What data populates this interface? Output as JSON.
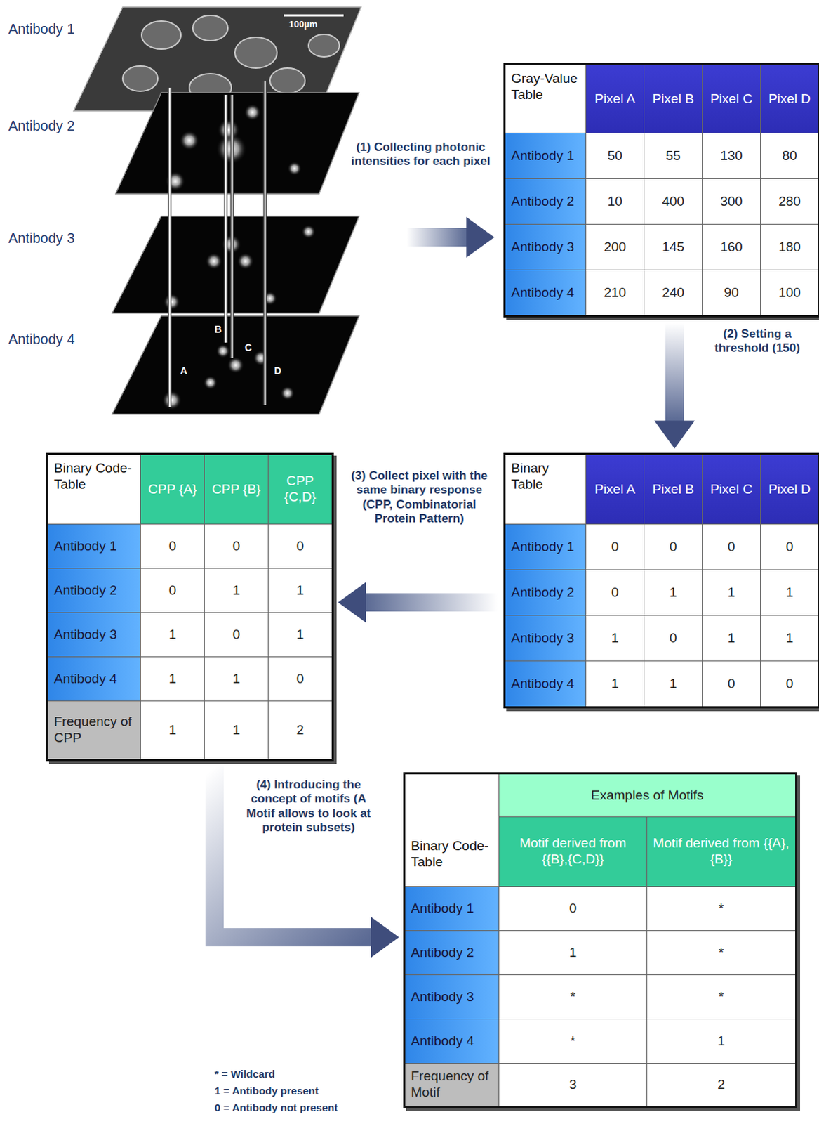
{
  "diagram": {
    "nodes": [
      {
        "text": [
          "Gray-Value Table",
          "Pixel A",
          "Pixel B",
          "Pixel C",
          "Pixel D",
          "Antibody 1",
          "50",
          "55",
          "130",
          "80",
          "Antibody 2",
          "10",
          "400",
          "300",
          "280",
          "Antibody 3",
          "200",
          "145",
          "160",
          "180",
          "Antibody 4",
          "210",
          "240",
          "90",
          "100"
        ]
      },
      {
        "text": [
          "Binary Table",
          "Pixel A",
          "Pixel B",
          "Pixel C",
          "Pixel D",
          "Antibody 1",
          "0",
          "0",
          "0",
          "0",
          "Antibody 2",
          "0",
          "1",
          "1",
          "1",
          "Antibody 3",
          "1",
          "0",
          "1",
          "1",
          "Antibody 4",
          "1",
          "1",
          "0",
          "0"
        ]
      },
      {
        "text": [
          "Binary Code-Table",
          "CPP {A}",
          "CPP {B}",
          "CPP {C,D}",
          "Antibody 1",
          "0",
          "0",
          "0",
          "Antibody 2",
          "0",
          "1",
          "1",
          "Antibody 3",
          "1",
          "0",
          "1",
          "Antibody 4",
          "1",
          "1",
          "0",
          "Frequency of CPP",
          "1",
          "1",
          "2"
        ]
      },
      {
        "text": [
          "Examples of Motifs",
          "Binary Code-Table",
          "Motif derived from {{B},{C,D}}",
          "Motif derived from {{A},{B}}",
          "Antibody 1",
          "0",
          "*",
          "Antibody 2",
          "1",
          "*",
          "Antibody 3",
          "*",
          "*",
          "Antibody 4",
          "*",
          "1",
          "Frequency of Motif",
          "3",
          "2"
        ]
      }
    ],
    "edges": [
      {
        "from": 0,
        "to": 1,
        "arrow": "to",
        "label": "(2) Setting a threshold (150)"
      },
      {
        "from": 1,
        "to": 2,
        "arrow": "to",
        "label": "(3) Collect pixel with the same binary response (CPP, Combinatorial Protein Pattern)"
      },
      {
        "from": 2,
        "to": 3,
        "arrow": "to",
        "label": "(4) Introducing the concept of motifs (A Motif allows to look at protein subsets)"
      }
    ],
    "labels": [
      "Antibody 1",
      "Antibody 2",
      "Antibody 3",
      "Antibody 4",
      "100µm",
      "A",
      "B",
      "C",
      "D",
      "(1) Collecting photonic intensities for each pixel",
      "* = Wildcard",
      "1 = Antibody present",
      "0 = Antibody not present"
    ]
  }
}
